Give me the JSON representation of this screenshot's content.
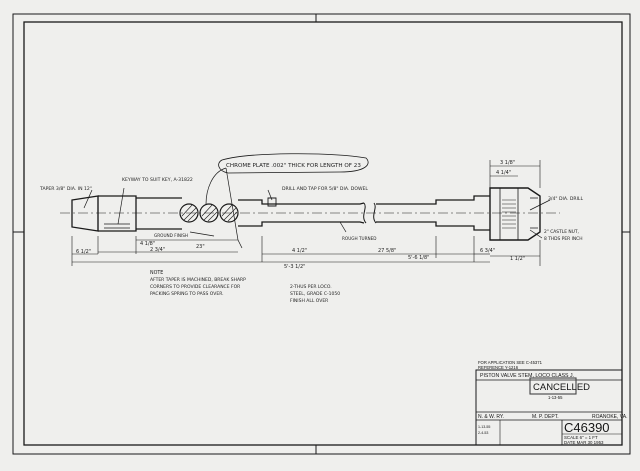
{
  "shaft": {
    "callouts": {
      "taper": "TAPER 3/8\" DIA. IN 12\"",
      "keyway": "KEYWAY TO SUIT KEY, A-31822",
      "chrome": "CHROME PLATE .002\" THICK FOR LENGTH OF 23",
      "drill_tap": "DRILL AND TAP FOR 5/8\" DIA. DOWEL",
      "drill": "3/4\" DIA. DRILL",
      "nut": "2\" CASTLE NUT,",
      "thread": "8 THDS PER INCH",
      "ground": "GROUND FINISH",
      "rough": "ROUGH TURNED"
    },
    "dims": {
      "d1": "6 1/2\"",
      "d2": "2 3/4\"",
      "d3": "23\"",
      "d4": "4 1/8\"",
      "d5": "4 1/2\"",
      "d6": "27 5/8\"",
      "d7": "5'-6 1/8\"",
      "d8": "6 3/4\"",
      "d9": "5'-3 1/2\"",
      "d10": "3 1/8\"",
      "d11": "4 1/4\"",
      "d12": "1 1/2\""
    }
  },
  "notes": {
    "n1": "NOTE",
    "n2": "AFTER TAPER IS MACHINED, BREAK SHARP",
    "n3": "CORNERS TO PROVIDE CLEARANCE FOR",
    "n4": "PACKING SPRING TO PASS OVER."
  },
  "spec": {
    "s1": "2-THUS PER LOCO.",
    "s2": "STEEL, GRADE C-1050",
    "s3": "FINISH ALL OVER"
  },
  "title_block": {
    "application": "FOR APPLICATION SEE C-45371",
    "reference": "REFERENCE Y-1216",
    "title": "PISTON VALVE STEM, LOCO CLASS J.",
    "stamp": "CANCELLED",
    "stamp_date": "1-13-55",
    "company": "N. & W. RY.",
    "dept": "M. P. DEPT.",
    "city": "ROANOKE, VA.",
    "dwg_no": "C46390",
    "scale": "SCALE 6\" = 1 FT",
    "date": "DATE MAR 30 1953",
    "revisions": [
      "1-13-55",
      "2-4-53"
    ]
  }
}
